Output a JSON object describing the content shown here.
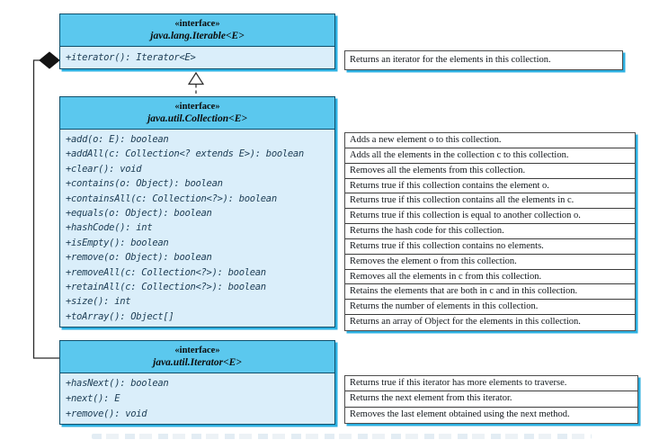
{
  "diagram": {
    "classes": [
      {
        "stereotype": "«interface»",
        "name": "java.lang.Iterable<E>",
        "methods": [
          "+iterator(): Iterator<E>"
        ],
        "notes": [
          "Returns an iterator for the elements in this collection."
        ]
      },
      {
        "stereotype": "«interface»",
        "name": "java.util.Collection<E>",
        "methods": [
          "+add(o: E): boolean",
          "+addAll(c: Collection<? extends E>): boolean",
          "+clear(): void",
          "+contains(o: Object): boolean",
          "+containsAll(c: Collection<?>): boolean",
          "+equals(o: Object): boolean",
          "+hashCode(): int",
          "+isEmpty(): boolean",
          "+remove(o: Object): boolean",
          "+removeAll(c: Collection<?>): boolean",
          "+retainAll(c: Collection<?>): boolean",
          "+size(): int",
          "+toArray(): Object[]"
        ],
        "notes": [
          "Adds a new element o to this collection.",
          "Adds all the elements in the collection c to this collection.",
          "Removes all the elements from this collection.",
          "Returns true if this collection contains the element o.",
          "Returns true if this collection contains all the elements in c.",
          "Returns true if this collection is equal to another collection o.",
          "Returns the hash code for this collection.",
          "Returns true if this collection contains no elements.",
          "Removes the element o from this collection.",
          "Removes all the elements in c from this collection.",
          "Retains the elements that are both in c and in this collection.",
          "Returns the number of elements in this collection.",
          "Returns an array of Object for the elements in this collection."
        ]
      },
      {
        "stereotype": "«interface»",
        "name": "java.util.Iterator<E>",
        "methods": [
          "+hasNext(): boolean",
          "+next(): E",
          "+remove(): void"
        ],
        "notes": [
          "Returns true if this iterator has more elements to traverse.",
          "Returns the next element from this iterator.",
          "Removes the last element obtained using the next method."
        ]
      }
    ],
    "relationships": [
      {
        "type": "realization",
        "from": "java.util.Collection<E>",
        "to": "java.lang.Iterable<E>"
      },
      {
        "type": "composition",
        "from": "java.lang.Iterable<E>",
        "to": "java.util.Iterator<E>"
      }
    ],
    "colors": {
      "header_fill": "#5bc8ee",
      "body_fill": "#daeefa",
      "box_border": "#0f4f6b",
      "shadow": "#2db0e1",
      "note_border": "#4d4d4d",
      "method_text": "#1c3c54"
    }
  }
}
